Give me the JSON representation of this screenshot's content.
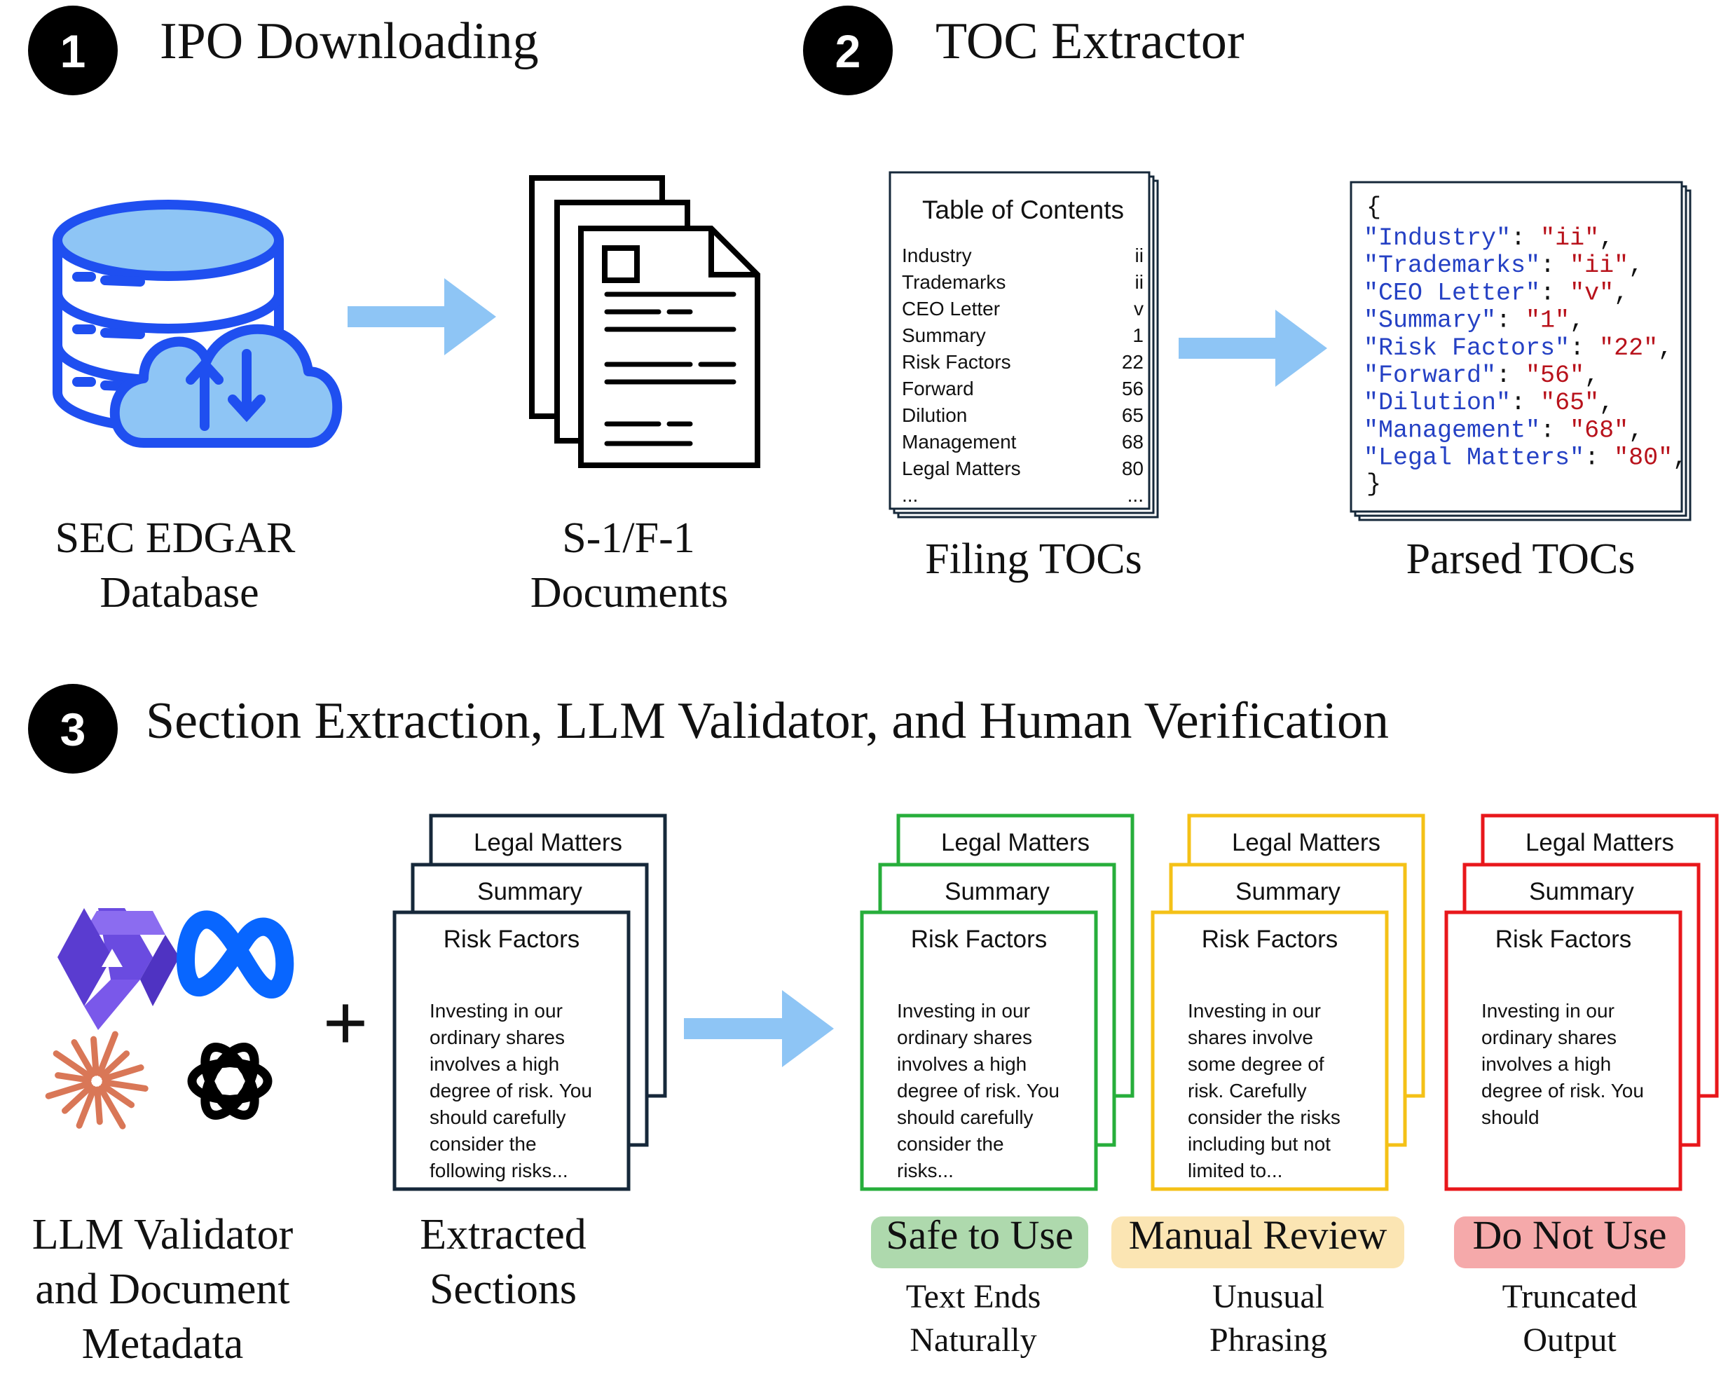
{
  "steps": [
    {
      "number": "1",
      "title": "IPO Downloading"
    },
    {
      "number": "2",
      "title": "TOC Extractor"
    },
    {
      "number": "3",
      "title": "Section Extraction, LLM Validator, and Human Verification"
    }
  ],
  "stage1": {
    "db_label": [
      "SEC EDGAR",
      "Database"
    ],
    "docs_label": [
      "S-1/F-1",
      "Documents"
    ]
  },
  "stage2": {
    "toc_title": "Table of Contents",
    "toc_entries": [
      {
        "name": "Industry",
        "page": "ii"
      },
      {
        "name": "Trademarks",
        "page": "ii"
      },
      {
        "name": "CEO Letter",
        "page": "v"
      },
      {
        "name": "Summary",
        "page": "1"
      },
      {
        "name": "Risk Factors",
        "page": "22"
      },
      {
        "name": "Forward",
        "page": "56"
      },
      {
        "name": "Dilution",
        "page": "65"
      },
      {
        "name": "Management",
        "page": "68"
      },
      {
        "name": "Legal Matters",
        "page": "80"
      },
      {
        "name": "...",
        "page": "..."
      }
    ],
    "filing_label": "Filing TOCs",
    "json_open": "{",
    "json_close": "}",
    "json_entries": [
      {
        "key": "\"Industry\"",
        "value": "\"ii\""
      },
      {
        "key": "\"Trademarks\"",
        "value": "\"ii\""
      },
      {
        "key": "\"CEO Letter\"",
        "value": "\"v\""
      },
      {
        "key": "\"Summary\"",
        "value": "\"1\""
      },
      {
        "key": "\"Risk Factors\"",
        "value": "\"22\""
      },
      {
        "key": "\"Forward\"",
        "value": "\"56\""
      },
      {
        "key": "\"Dilution\"",
        "value": "\"65\""
      },
      {
        "key": "\"Management\"",
        "value": "\"68\""
      },
      {
        "key": "\"Legal Matters\"",
        "value": "\"80\""
      }
    ],
    "parsed_label": "Parsed TOCs"
  },
  "stage3": {
    "plus": "+",
    "validator_label": [
      "LLM Validator",
      "and Document",
      "Metadata"
    ],
    "extracted_label": [
      "Extracted",
      "Sections"
    ],
    "card_titles": [
      "Legal Matters",
      "Summary",
      "Risk Factors"
    ],
    "extracted_text": [
      "Investing in our",
      "ordinary shares",
      "involves a high",
      "degree of risk. You",
      "should carefully",
      "consider the",
      "following risks..."
    ],
    "outcomes": [
      {
        "color": "#27ae3b",
        "badge": "Safe to Use",
        "badge_color": "#aed9ad",
        "reason": [
          "Text Ends",
          "Naturally"
        ],
        "text": [
          "Investing in our",
          "ordinary shares",
          "involves a high",
          "degree of risk. You",
          "should carefully",
          "consider the",
          "risks..."
        ]
      },
      {
        "color": "#f4c117",
        "badge": "Manual Review",
        "badge_color": "#fbe5b3",
        "reason": [
          "Unusual",
          "Phrasing"
        ],
        "text": [
          "Investing in our",
          "shares involve",
          "some degree of",
          "risk. Carefully",
          "consider the risks",
          "including but not",
          "limited to..."
        ]
      },
      {
        "color": "#e8171b",
        "badge": "Do Not Use",
        "badge_color": "#f5a9aa",
        "reason": [
          "Truncated",
          "Output"
        ],
        "text": [
          "Investing in our",
          "ordinary shares",
          "involves a high",
          "degree of risk. You",
          "should"
        ]
      }
    ]
  },
  "colors": {
    "arrow": "#8ec5f5",
    "db_blue": "#1f4ff0",
    "cloud_fill": "#8ec5f5",
    "doc_border": "#16283a",
    "json_key": "#2541c4",
    "json_value": "#b8121b",
    "qwen": "#6a4be0",
    "meta": "#0866ff",
    "claude": "#d97757",
    "openai": "#000000"
  },
  "icons": [
    "database-icon",
    "cloud-sync-icon",
    "document-stack-icon",
    "qwen-logo-icon",
    "meta-logo-icon",
    "claude-logo-icon",
    "openai-logo-icon"
  ]
}
